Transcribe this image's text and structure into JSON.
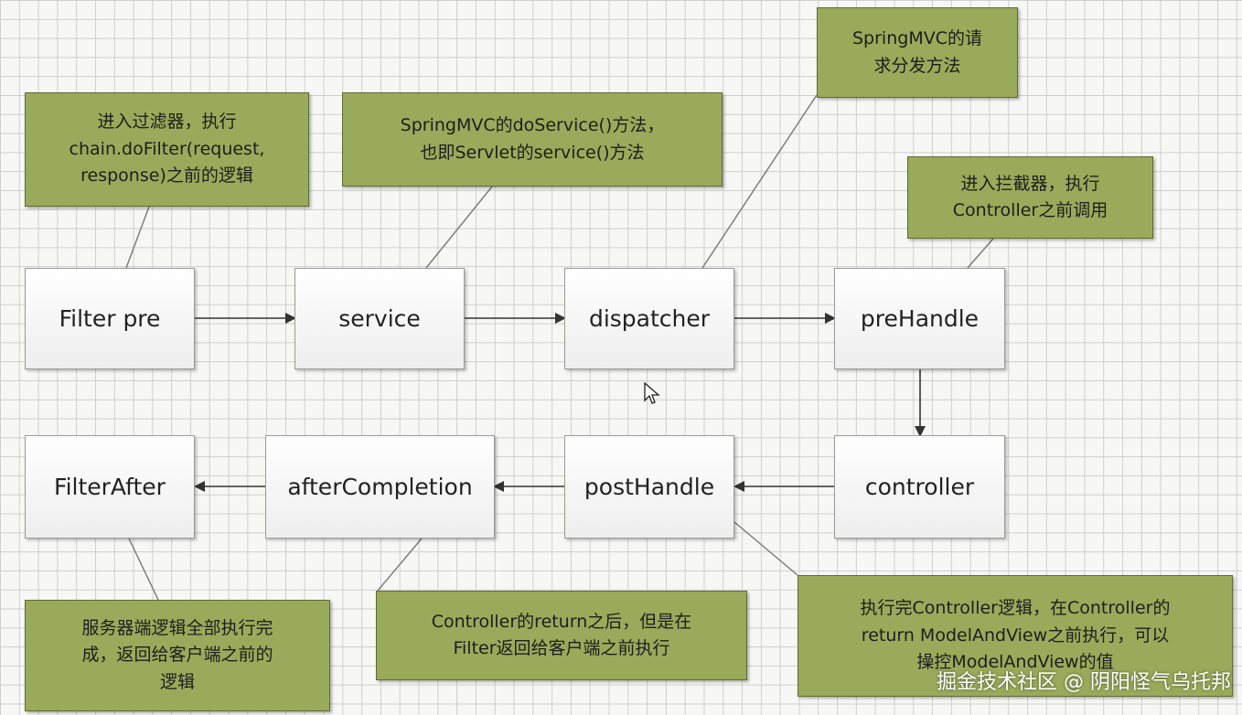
{
  "nodes": {
    "filter_pre": "Filter pre",
    "service": "service",
    "dispatcher": "dispatcher",
    "prehandle": "preHandle",
    "controller": "controller",
    "posthandle": "postHandle",
    "aftercompletion": "afterCompletion",
    "filterafter": "FilterAfter"
  },
  "notes": {
    "filter_pre": "进入过滤器，执行\nchain.doFilter(request,\nresponse)之前的逻辑",
    "service": "SpringMVC的doService()方法，\n也即Servlet的service()方法",
    "dispatcher": "SpringMVC的请\n求分发方法",
    "prehandle": "进入拦截器，执行\nController之前调用",
    "filterafter": "服务器端逻辑全部执行完\n成，返回给客户端之前的\n逻辑",
    "aftercompletion": "Controller的return之后，但是在\nFilter返回给客户端之前执行",
    "posthandle": "执行完Controller逻辑，在Controller的\nreturn ModelAndView之前执行，可以\n操控ModelAndView的值"
  },
  "watermark": "掘金技术社区 @ 阴阳怪气乌托邦",
  "colors": {
    "note_fill": "#9aaa5a",
    "node_fill": "#ffffff",
    "arrow": "#333333",
    "grid": "#cfcfcf"
  }
}
